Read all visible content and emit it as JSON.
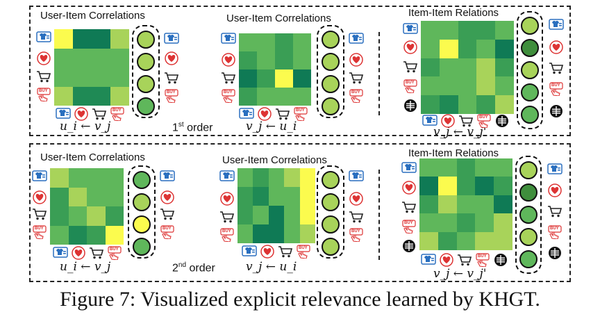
{
  "panels": [
    {
      "title": "User-Item Correlations",
      "formula": "u_i ← v_j"
    },
    {
      "title": "User-Item Correlations",
      "formula": "v_j ← u_i"
    },
    {
      "title": "Item-Item Relations",
      "formula": "v_j ← v_j'"
    },
    {
      "title": "User-Item Correlations",
      "formula": "u_i ← v_j"
    },
    {
      "title": "User-Item Correlations",
      "formula": "v_j ← u_i"
    },
    {
      "title": "Item-Item Relations",
      "formula": "v_j ← v_j'"
    }
  ],
  "orders": [
    {
      "num": "1",
      "sup": "st",
      "word": "order"
    },
    {
      "num": "2",
      "sup": "nd",
      "word": "order"
    }
  ],
  "icon_labels": {
    "buy": "BUY"
  },
  "icons": [
    "shirt-view-icon",
    "heart-favorite-icon",
    "cart-icon",
    "buy-hand-icon",
    "grid-circle-icon"
  ],
  "colors": {
    "yellow": "#fbfb4e",
    "light_green": "#a8d35a",
    "mid_green": "#5fb75b",
    "green": "#3a9e55",
    "dark_green": "#1f8a55",
    "teal": "#0f7a55",
    "deep_teal": "#0b6b4f"
  },
  "caption": "Figure 7: Visualized explicit relevance learned by KHGT."
}
